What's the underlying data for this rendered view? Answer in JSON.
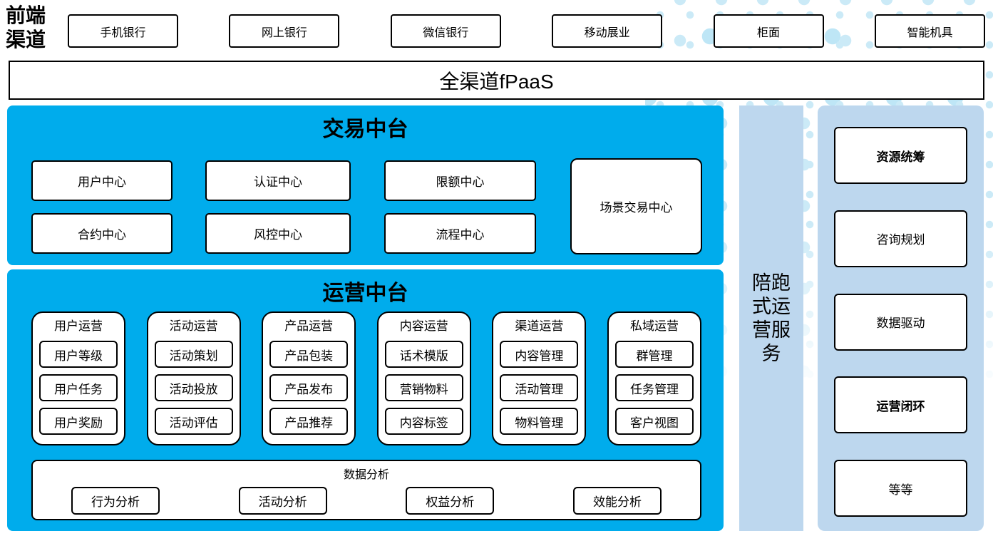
{
  "colors": {
    "primary_blue": "#00ACEC",
    "light_blue": "#BDD7EE",
    "dot": "#CBEAF7"
  },
  "front_channels": {
    "label": "前端渠道",
    "items": [
      "手机银行",
      "网上银行",
      "微信银行",
      "移动展业",
      "柜面",
      "智能机具"
    ]
  },
  "fpaas_bar": {
    "label": "全渠道fPaaS"
  },
  "trade_platform": {
    "title": "交易中台",
    "row1": [
      "用户中心",
      "认证中心",
      "限额中心"
    ],
    "row2": [
      "合约中心",
      "风控中心",
      "流程中心"
    ],
    "tall_box": "场景交易中心"
  },
  "ops_platform": {
    "title": "运营中台",
    "columns": [
      {
        "title": "用户运营",
        "items": [
          "用户等级",
          "用户任务",
          "用户奖励"
        ]
      },
      {
        "title": "活动运营",
        "items": [
          "活动策划",
          "活动投放",
          "活动评估"
        ]
      },
      {
        "title": "产品运营",
        "items": [
          "产品包装",
          "产品发布",
          "产品推荐"
        ]
      },
      {
        "title": "内容运营",
        "items": [
          "话术模版",
          "营销物料",
          "内容标签"
        ]
      },
      {
        "title": "渠道运营",
        "items": [
          "内容管理",
          "活动管理",
          "物料管理"
        ]
      },
      {
        "title": "私域运营",
        "items": [
          "群管理",
          "任务管理",
          "客户视图"
        ]
      }
    ],
    "data_analysis": {
      "title": "数据分析",
      "items": [
        "行为分析",
        "活动分析",
        "权益分析",
        "效能分析"
      ]
    }
  },
  "side_bar": {
    "label": "陪跑式运营服务"
  },
  "right_panel": {
    "items": [
      {
        "label": "资源统筹",
        "bold": true
      },
      {
        "label": "咨询规划",
        "bold": false
      },
      {
        "label": "数据驱动",
        "bold": false
      },
      {
        "label": "运营闭环",
        "bold": true
      },
      {
        "label": "等等",
        "bold": false
      }
    ]
  }
}
